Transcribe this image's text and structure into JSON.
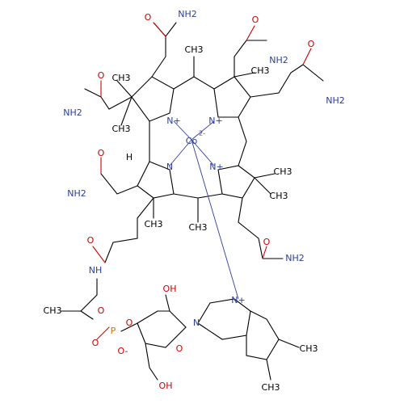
{
  "molecule": {
    "colors": {
      "carbon_bond": "#000000",
      "oxygen": "#cc0000",
      "nitrogen": "#2c3e99",
      "cobalt": "#2c3e99",
      "phosphorus": "#cc7700"
    },
    "labels": {
      "nh2_1": "NH2",
      "nh2_2": "NH2",
      "nh2_3": "NH2",
      "nh2_4": "NH2",
      "nh2_5": "NH2",
      "nh2_6": "NH2",
      "o_1": "O",
      "o_2": "O",
      "o_3": "O",
      "o_4": "O",
      "o_5": "O",
      "o_6": "O",
      "o_7": "O",
      "n_plus_1": "N+",
      "n_plus_2": "N+",
      "n_plus_3": "N+",
      "n_plus_4": "N+",
      "n_1": "N",
      "co": "Co",
      "co_charge": "2-",
      "h": "H",
      "nh": "NH",
      "o_ester": "O",
      "p": "P",
      "o_p": "O",
      "o_minus": "O-",
      "oh_1": "OH",
      "oh_2": "OH",
      "o_ring": "O",
      "n_benz": "N",
      "ch3_1": "CH3",
      "ch3_2": "CH3",
      "ch3_3": "CH3",
      "ch3_4": "CH3",
      "ch3_5": "CH3",
      "ch3_6": "CH3",
      "ch3_7": "CH3",
      "ch3_8": "CH3",
      "ch3_9": "CH3",
      "ch3_10": "CH3",
      "ch3_11": "CH3"
    }
  }
}
